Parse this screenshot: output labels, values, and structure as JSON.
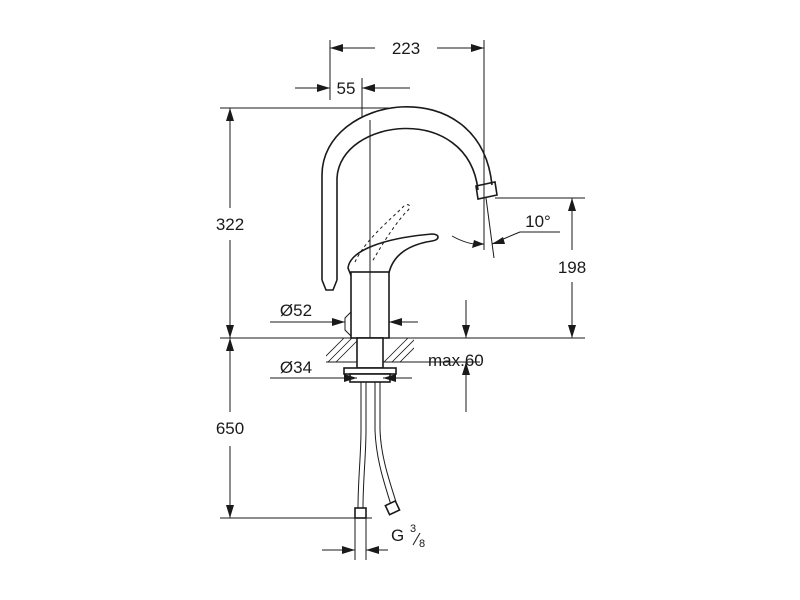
{
  "dimensions": {
    "spout_reach": "223",
    "offset": "55",
    "total_height": "322",
    "spout_height": "198",
    "swivel_angle": "10°",
    "base_diameter": "Ø52",
    "hole_diameter": "Ø34",
    "max_thickness": "max.60",
    "hose_length": "650",
    "connection_prefix": "G",
    "connection_num": "3",
    "connection_den": "8"
  }
}
